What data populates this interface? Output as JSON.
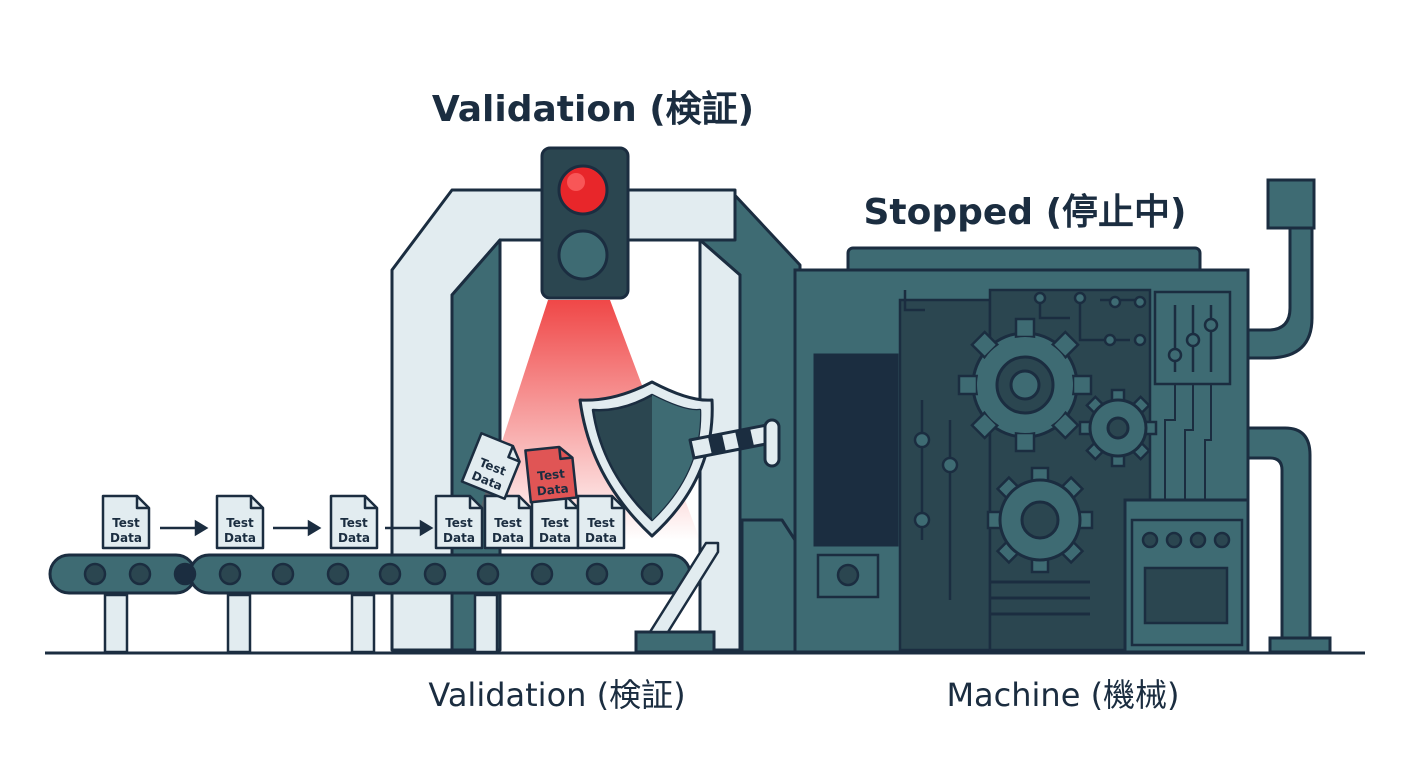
{
  "labels": {
    "validation_top": "Validation (検証)",
    "stopped": "Stopped (停止中)",
    "validation_bottom": "Validation (検証)",
    "machine": "Machine (機械)"
  },
  "card": {
    "line1": "Test",
    "line2": "Data"
  },
  "colors": {
    "outline": "#1b2d40",
    "machine_teal": "#3e6b73",
    "machine_dark": "#2b4650",
    "gate_light": "#e2ecf0",
    "signal_red": "#e8262a",
    "reject_card": "#e05555"
  }
}
